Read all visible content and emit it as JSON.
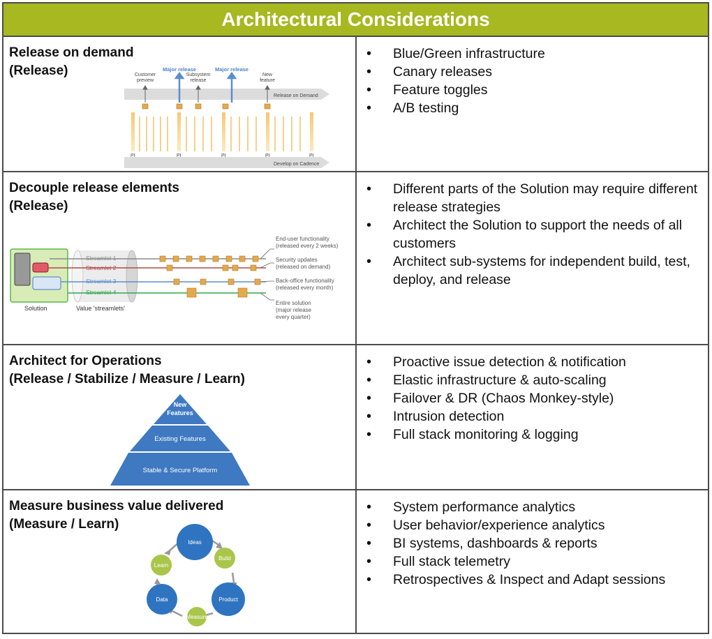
{
  "header": {
    "title": "Architectural Considerations"
  },
  "rows": [
    {
      "title": "Release on demand",
      "subtitle": "(Release)",
      "bullets": [
        "Blue/Green infrastructure",
        "Canary releases",
        "Feature toggles",
        "A/B testing"
      ],
      "diagram": {
        "labels": {
          "customer_preview": [
            "Customer",
            "preview"
          ],
          "major_release_1": "Major release",
          "subsystem_release": [
            "Subsystem",
            "release"
          ],
          "major_release_2": "Major release",
          "new_feature": [
            "New",
            "feature"
          ],
          "release_on_demand": "Release on Demand",
          "develop_on_cadence": "Develop on Cadence",
          "pi": "PI"
        }
      }
    },
    {
      "title": "Decouple release elements",
      "subtitle": "(Release)",
      "bullets": [
        "Different parts of the Solution may require different release strategies",
        "Architect the Solution to support the needs of all customers",
        "Architect sub-systems for independent build, test, deploy, and release"
      ],
      "diagram": {
        "solution_label": "Solution",
        "streamlets_label": "Value 'streamlets'",
        "streamlets": [
          {
            "name": "Streamlet 1",
            "color": "#8a8a8a"
          },
          {
            "name": "Streamlet 2",
            "color": "#b04a4a"
          },
          {
            "name": "Streamlet 3",
            "color": "#5a8ed0"
          },
          {
            "name": "Streamlet 4",
            "color": "#2fa84f"
          }
        ],
        "notes": [
          [
            "End-user functionality",
            "(released every 2 weeks)"
          ],
          [
            "Security updates",
            "(released on demand)"
          ],
          [
            "Back-office functionality",
            "(released every month)"
          ],
          [
            "Entire solution",
            "(major release",
            "every quarter)"
          ]
        ]
      }
    },
    {
      "title": "Architect for Operations",
      "subtitle": "(Release / Stabilize / Measure / Learn)",
      "bullets": [
        "Proactive issue detection & notification",
        "Elastic infrastructure & auto-scaling",
        "Failover & DR (Chaos Monkey-style)",
        "Intrusion detection",
        "Full stack monitoring & logging"
      ],
      "diagram": {
        "tiers": [
          [
            "New",
            "Features"
          ],
          "Existing Features",
          "Stable & Secure Platform"
        ],
        "color": "#3f79c1"
      }
    },
    {
      "title": "Measure business value delivered",
      "subtitle": "(Measure / Learn)",
      "bullets": [
        "System performance analytics",
        "User behavior/experience analytics",
        "BI systems, dashboards & reports",
        "Full stack telemetry",
        "Retrospectives & Inspect and Adapt sessions"
      ],
      "diagram": {
        "nodes": [
          "Ideas",
          "Build",
          "Product",
          "Measure",
          "Data",
          "Learn"
        ],
        "blue": "#2f74c0",
        "green": "#a9c64a"
      }
    }
  ],
  "colors": {
    "header_bg": "#a7b821",
    "border": "#4b4b4b"
  }
}
